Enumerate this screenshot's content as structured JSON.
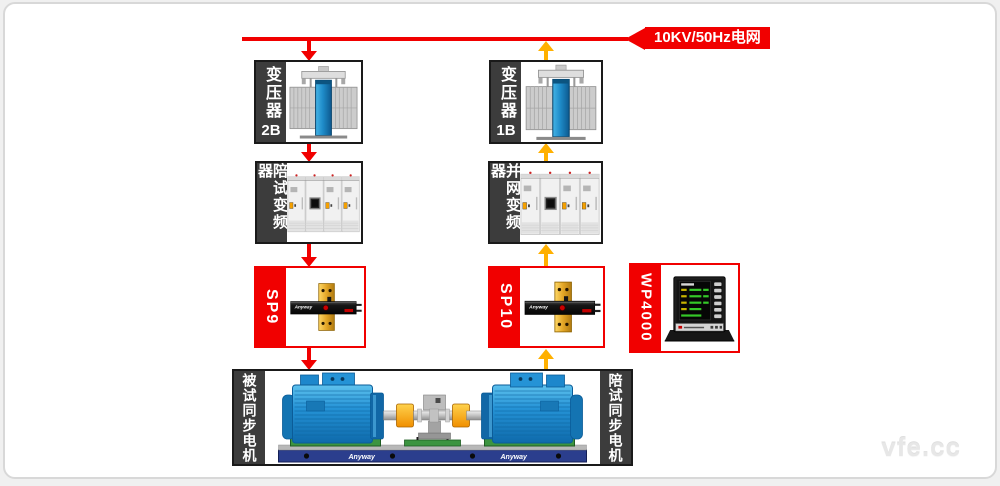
{
  "grid": {
    "label": "10KV/50Hz电网"
  },
  "columns": {
    "left": {
      "transformer": {
        "name": "变压器",
        "suffix": "2B"
      },
      "inverter": {
        "name": "陪试变频器"
      },
      "sensor": {
        "name": "SP9",
        "brand": "Anyway"
      }
    },
    "right": {
      "transformer": {
        "name": "变压器",
        "suffix": "1B"
      },
      "inverter": {
        "name": "并网变频器"
      },
      "sensor": {
        "name": "SP10",
        "brand": "Anyway"
      }
    }
  },
  "analyzer": {
    "name": "WP4000"
  },
  "motor_unit": {
    "left_label": "被试同步电机",
    "right_label": "陪试同步电机",
    "brand_left": "Anyway",
    "brand_right": "Anyway"
  },
  "page": {
    "watermark": "vfe.cc"
  },
  "colors": {
    "accent_red": "#F10000",
    "accent_yellow": "#FFB000",
    "strip_dark": "#3C3C3C",
    "motor_blue": "#2593D6",
    "platform_blue": "#2B3E8D",
    "sensor_brass": "#D89A1F"
  }
}
